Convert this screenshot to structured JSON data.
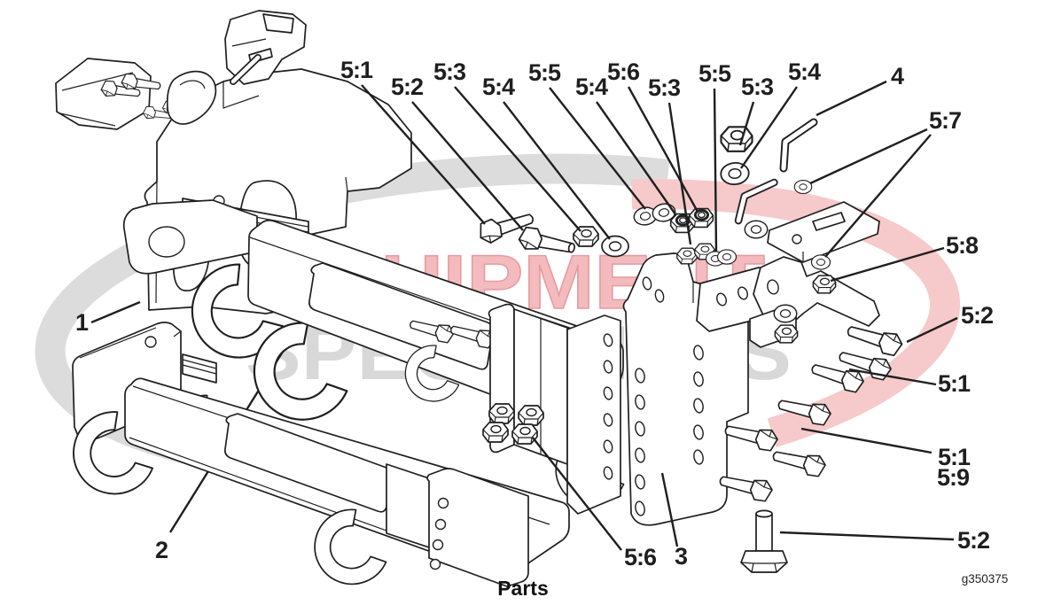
{
  "caption": "Parts",
  "figure_code": "g350375",
  "watermark": {
    "line1": "EQUIPMENT",
    "line2": "SPECIALISTS",
    "pink": "#f6c9cb",
    "pink_text": "#f3bbbe",
    "gray": "#dcdcdc",
    "gray_text": "#d8d8d8"
  },
  "colors": {
    "line": "#1f1f1f",
    "background": "#ffffff"
  },
  "callouts": [
    {
      "label": "5:1"
    },
    {
      "label": "5:2"
    },
    {
      "label": "5:3"
    },
    {
      "label": "5:4"
    },
    {
      "label": "5:5"
    },
    {
      "label": "5:4"
    },
    {
      "label": "5:6"
    },
    {
      "label": "5:3"
    },
    {
      "label": "5:5"
    },
    {
      "label": "5:3"
    },
    {
      "label": "5:4"
    },
    {
      "label": "4"
    },
    {
      "label": "5:7"
    },
    {
      "label": "5:8"
    },
    {
      "label": "5:2"
    },
    {
      "label": "5:1"
    },
    {
      "label": "5:1"
    },
    {
      "label": "5:9"
    },
    {
      "label": "5:2"
    },
    {
      "label": "1"
    },
    {
      "label": "2"
    },
    {
      "label": "3"
    },
    {
      "label": "5:6"
    }
  ]
}
